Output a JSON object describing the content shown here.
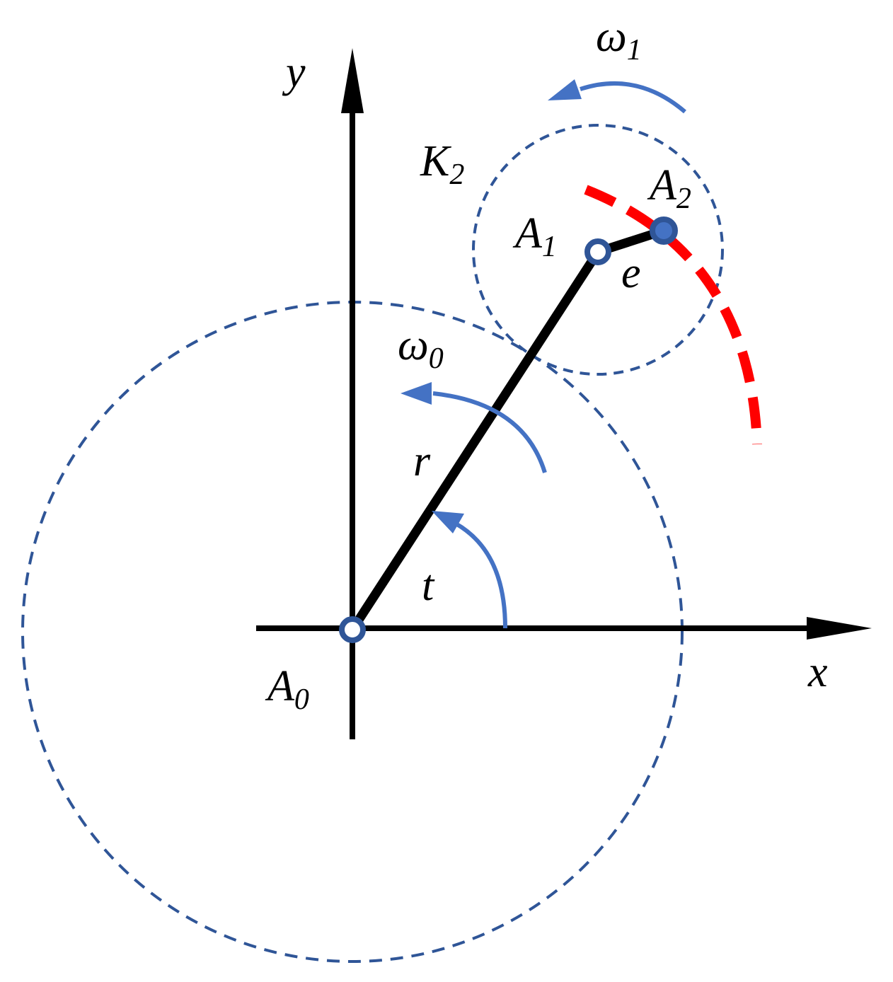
{
  "colors": {
    "axis": "#000000",
    "circle": "#2f5597",
    "arrow": "#4472c4",
    "trajectory": "#ff0000",
    "link": "#000000",
    "point_fill": "#ffffff",
    "point_stroke": "#2f5597",
    "a2_fill": "#4472c4"
  },
  "labels": {
    "x_axis": {
      "main": "x",
      "sub": ""
    },
    "y_axis": {
      "main": "y",
      "sub": ""
    },
    "A0": {
      "main": "A",
      "sub": "0"
    },
    "A1": {
      "main": "A",
      "sub": "1"
    },
    "A2": {
      "main": "A",
      "sub": "2"
    },
    "K2": {
      "main": "K",
      "sub": "2"
    },
    "omega0": {
      "main": "ω",
      "sub": "0"
    },
    "omega1": {
      "main": "ω",
      "sub": "1"
    },
    "r": {
      "main": "r",
      "sub": ""
    },
    "e": {
      "main": "e",
      "sub": ""
    },
    "t": {
      "main": "t",
      "sub": ""
    }
  }
}
